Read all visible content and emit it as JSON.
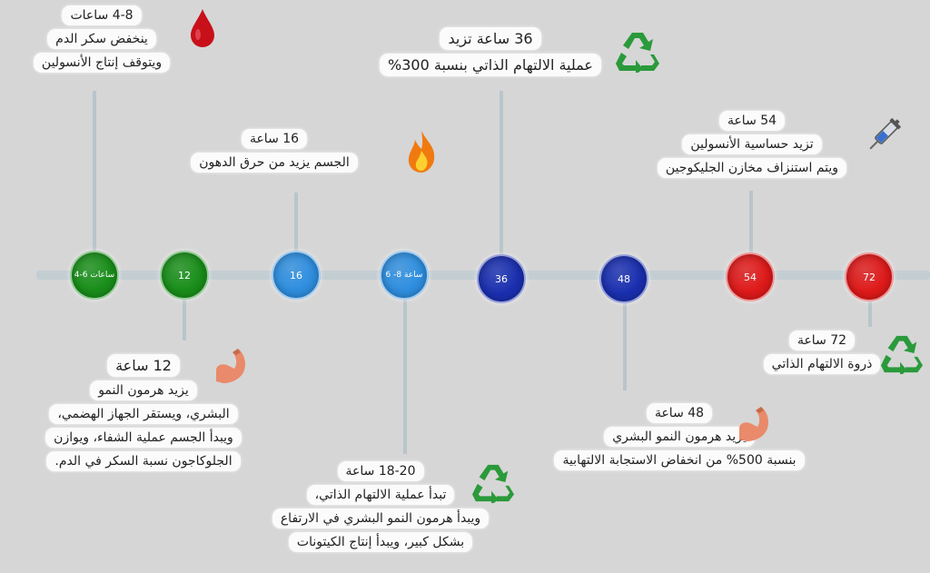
{
  "colors": {
    "green": "#1a8f1a",
    "light_blue": "#2f8fe0",
    "dark_blue": "#1a2fb0",
    "red": "#e01a1a",
    "recycle": "#2a9a3a"
  },
  "nodes": [
    {
      "label": "4-6 ساعات",
      "color": "green"
    },
    {
      "label": "12",
      "color": "green"
    },
    {
      "label": "16",
      "color": "light_blue"
    },
    {
      "label": "6 -8 ساعة",
      "color": "light_blue"
    },
    {
      "label": "36",
      "color": "dark_blue"
    },
    {
      "label": "48",
      "color": "dark_blue"
    },
    {
      "label": "54",
      "color": "red"
    },
    {
      "label": "72",
      "color": "red"
    }
  ],
  "callouts": {
    "h4_8": {
      "title": "4-8 ساعات",
      "lines": [
        "ينخفض سكر الدم",
        "ويتوقف إنتاج الأنسولين"
      ],
      "icon": "blood-drop-icon"
    },
    "h12": {
      "title": "12 ساعة",
      "lines": [
        "يزيد هرمون النمو",
        "البشري، ويستقر الجهاز الهضمي،",
        "ويبدأ الجسم عملية الشفاء، ويوازن",
        "الجلوكاجون نسبة السكر في الدم."
      ],
      "icon": "flexed-arm-icon"
    },
    "h16": {
      "title": "16 ساعة",
      "lines": [
        "الجسم يزيد من حرق الدهون"
      ],
      "icon": "flame-icon"
    },
    "h18_20": {
      "title": "18-20 ساعة",
      "lines": [
        "تبدأ عملية الالتهام الذاتي،",
        "ويبدأ هرمون النمو البشري في الارتفاع",
        "بشكل كبير، ويبدأ إنتاج الكيتونات"
      ],
      "icon": "recycle-icon"
    },
    "h36": {
      "title": "36 ساعة تزيد",
      "lines": [
        "عملية الالتهام الذاتي بنسبة 300%"
      ],
      "icon": "recycle-icon"
    },
    "h48": {
      "title": "48 ساعة",
      "lines": [
        "يزيد هرمون النمو البشري",
        "بنسبة 500% من انخفاض الاستجابة الالتهابية"
      ],
      "icon": "flexed-arm-icon"
    },
    "h54": {
      "title": "54 ساعة",
      "lines": [
        "تزيد حساسية الأنسولين",
        "ويتم استنزاف مخازن الجليكوجين"
      ],
      "icon": "syringe-icon"
    },
    "h72": {
      "title": "72 ساعة",
      "lines": [
        "ذروة الالتهام الذاتي"
      ],
      "icon": "recycle-icon"
    }
  }
}
